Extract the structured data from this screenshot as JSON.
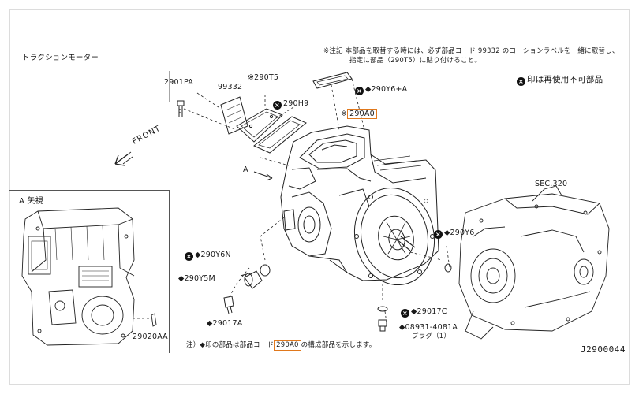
{
  "header": {
    "title": "トラクションモーター",
    "note_symbol": "※",
    "note_label": "注記",
    "note_line1": "本部品を取替する時には、必ず部品コード 99332 のコーションラベルを一緒に取替し、",
    "note_line2": "指定に部品（290T5）に貼り付けること。",
    "legend_text": "印は再使用不可部品"
  },
  "parts": {
    "p290pa": "2901PA",
    "p99332": "99332",
    "p290t5": "290T5",
    "p290h9": "290H9",
    "p290y6a": "290Y6+A",
    "p290a0": "290A0",
    "psec320": "SEC.320",
    "p290y6": "290Y6",
    "p290y6n": "290Y6N",
    "p290y5m": "290Y5M",
    "p29017a": "29017A",
    "p29017c": "29017C",
    "p08931": "08931-4081A",
    "plug": "プラグ（1）",
    "p29020aa": "29020AA"
  },
  "labels": {
    "front": "FRONT",
    "view_a": "A",
    "inset_title": "A 矢視"
  },
  "footer": {
    "note_prefix": "注）◆印の部品は部品コード",
    "note_code": "290A0",
    "note_suffix": "の構成部品を示します。",
    "diagram_id": "J2900044"
  },
  "markers": {
    "not_reusable": "×",
    "component": "◆",
    "asterisk": "※"
  }
}
